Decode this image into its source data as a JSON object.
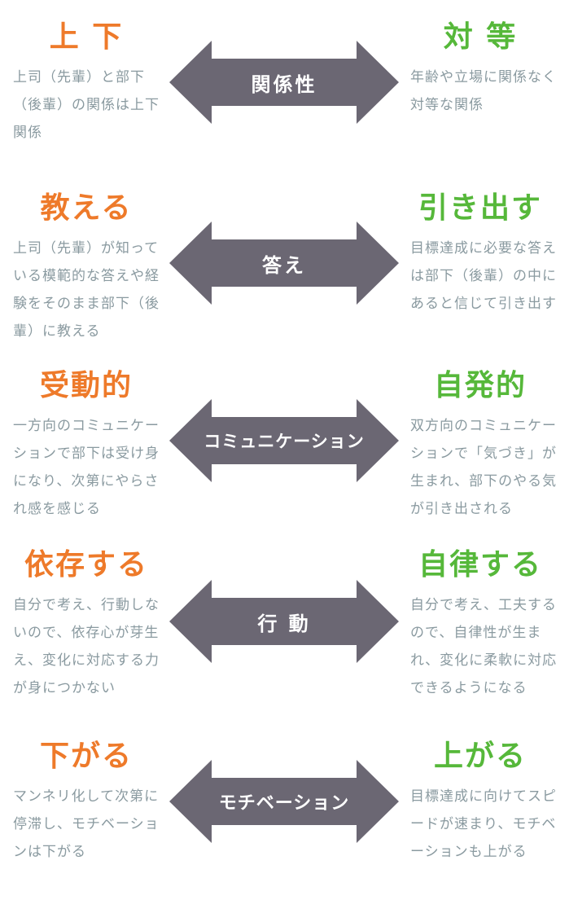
{
  "colors": {
    "left_title": "#ee7a2a",
    "right_title": "#56b83a",
    "description": "#8a9aa0",
    "arrow_fill": "#6b6773",
    "arrow_text": "#ffffff"
  },
  "rows": [
    {
      "left_title": "上 下",
      "left_desc": "上司（先輩）と部下（後輩）の関係は上下関係",
      "arrow_label": "関係性",
      "right_title": "対 等",
      "right_desc": "年齢や立場に関係なく対等な関係"
    },
    {
      "left_title": "教える",
      "left_desc": "上司（先輩）が知っている模範的な答えや経験をそのまま部下（後輩）に教える",
      "arrow_label": "答え",
      "right_title": "引き出す",
      "right_desc": "目標達成に必要な答えは部下（後輩）の中にあると信じて引き出す"
    },
    {
      "left_title": "受動的",
      "left_desc": "一方向のコミュニケーションで部下は受け身になり、次第にやらされ感を感じる",
      "arrow_label": "コミュニケーション",
      "right_title": "自発的",
      "right_desc": "双方向のコミュニケーションで「気づき」が生まれ、部下のやる気が引き出される"
    },
    {
      "left_title": "依存する",
      "left_desc": "自分で考え、行動しないので、依存心が芽生え、変化に対応する力が身につかない",
      "arrow_label": "行 動",
      "right_title": "自律する",
      "right_desc": "自分で考え、工夫するので、自律性が生まれ、変化に柔軟に対応できるようになる"
    },
    {
      "left_title": "下がる",
      "left_desc": "マンネリ化して次第に停滞し、モチベーションは下がる",
      "arrow_label": "モチベーション",
      "right_title": "上がる",
      "right_desc": "目標達成に向けてスピードが速まり、モチベーションも上がる"
    }
  ]
}
